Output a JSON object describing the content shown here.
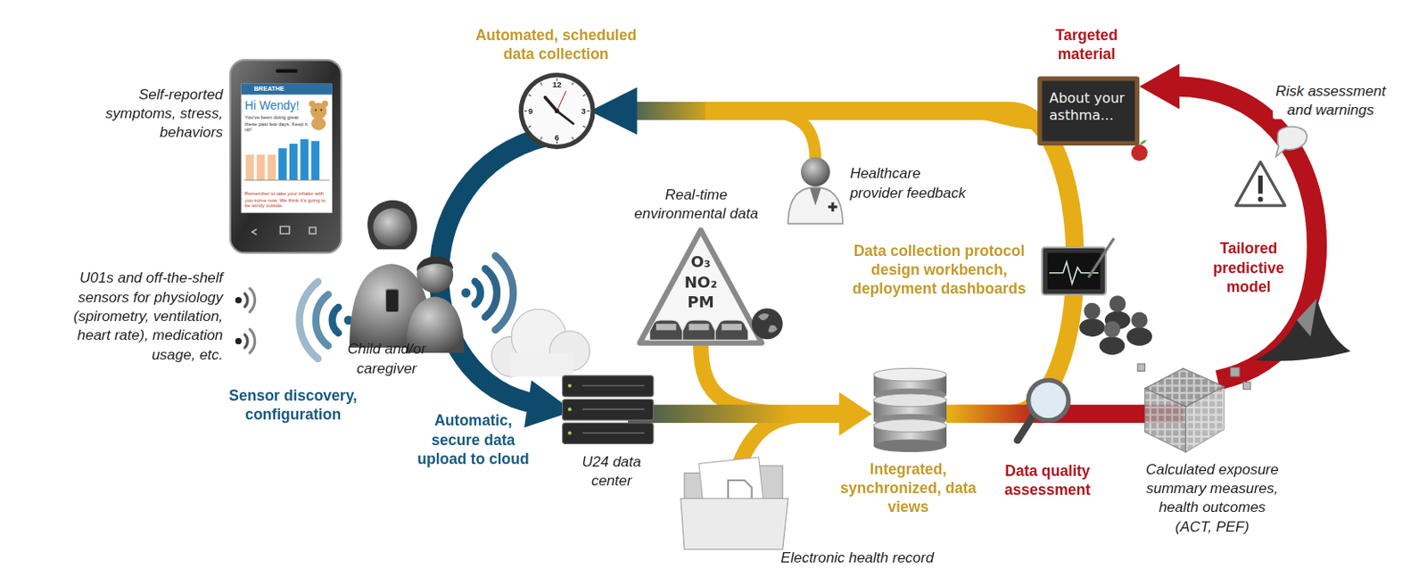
{
  "diagram": {
    "nodes": [
      {
        "text": [
          "BREATHE",
          "Hi Wendy!",
          "You've been doing great these past few days. Keep it up!",
          "Remember to take your inhaler with you some now. We think it's going to be windy outside."
        ]
      },
      {
        "text": [
          "About your asthma..."
        ]
      },
      {
        "text": [
          "O₃",
          "NO₂",
          "PM"
        ]
      }
    ],
    "labels": [
      "Automated, scheduled data collection",
      "Targeted material",
      "Risk assessment and warnings",
      "Self-reported symptoms, stress, behaviors",
      "12",
      "3",
      "6",
      "9",
      "Healthcare provider feedback",
      "Real-time environmental data",
      "Data collection protocol design workbench, deployment dashboards",
      "Tailored predictive model",
      "U01s and off-the-shelf sensors for physiology (spirometry, ventilation, heart rate), medication usage, etc.",
      "Child and/or caregiver",
      "Sensor discovery, configuration",
      "Automatic, secure data upload to cloud",
      "U24 data center",
      "Integrated, synchronized, data views",
      "Data quality assessment",
      "Calculated exposure summary measures, health outcomes (ACT, PEF)",
      "Electronic health record"
    ]
  }
}
